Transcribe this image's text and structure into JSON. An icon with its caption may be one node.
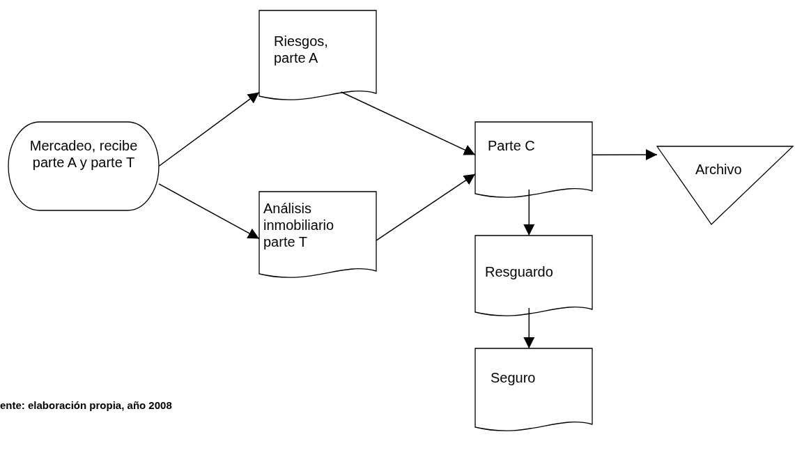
{
  "diagram": {
    "caption": "ente: elaboración propia, año 2008",
    "nodes": [
      {
        "text": [
          "Mercadeo, recibe parte A y parte T"
        ]
      },
      {
        "text": [
          "Riesgos, parte A"
        ]
      },
      {
        "text": [
          "Análisis inmobiliario parte T"
        ]
      },
      {
        "text": [
          "Parte C"
        ]
      },
      {
        "text": [
          "Archivo"
        ]
      },
      {
        "text": [
          "Resguardo"
        ]
      },
      {
        "text": [
          "Seguro"
        ]
      }
    ],
    "edges": [
      {
        "from": 0,
        "to": 1,
        "arrow": "to"
      },
      {
        "from": 0,
        "to": 2,
        "arrow": "to"
      },
      {
        "from": 1,
        "to": 3,
        "arrow": "to"
      },
      {
        "from": 2,
        "to": 3,
        "arrow": "to"
      },
      {
        "from": 3,
        "to": 4,
        "arrow": "to"
      },
      {
        "from": 3,
        "to": 5,
        "arrow": "to"
      },
      {
        "from": 5,
        "to": 6,
        "arrow": "to"
      }
    ]
  }
}
